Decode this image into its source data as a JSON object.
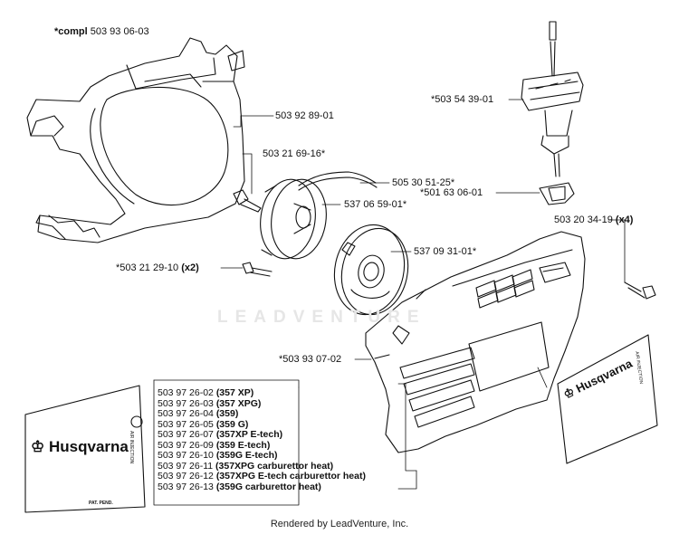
{
  "assembly": {
    "prefix": "*compl",
    "number": "503 93 06-03"
  },
  "callouts": {
    "cover_back": "503 92 89-01",
    "screw_top": "503 21 69-16*",
    "rope": "505 30 51-25*",
    "pulley": "537 06 59-01*",
    "spring_cassette": "537 09 31-01*",
    "screw_bottom": "*503 21 29-10",
    "screw_bottom_qty": "(x2)",
    "handle": "*503 54 39-01",
    "handle_insert": "*501 63 06-01",
    "screw_right": "503 20 34-19",
    "screw_right_qty": "(x4)",
    "starter_cover": "*503 93 07-02"
  },
  "variants": [
    {
      "number": "503 97 26-02",
      "model": "(357 XP)"
    },
    {
      "number": "503 97 26-03",
      "model": "(357 XPG)"
    },
    {
      "number": "503 97 26-04",
      "model": "(359)"
    },
    {
      "number": "503 97 26-05",
      "model": "(359 G)"
    },
    {
      "number": "503 97 26-07",
      "model": "(357XP E-tech)"
    },
    {
      "number": "503 97 26-09",
      "model": "(359 E-tech)"
    },
    {
      "number": "503 97 26-10",
      "model": "(359G E-tech)"
    },
    {
      "number": "503 97 26-11",
      "model": "(357XPG carburettor heat)"
    },
    {
      "number": "503 97 26-12",
      "model": "(357XPG E-tech carburettor heat)"
    },
    {
      "number": "503 97 26-13",
      "model": "(359G carburettor heat)"
    }
  ],
  "decal": {
    "brand": "Husqvarna",
    "sub": "AIR INJECTION",
    "small": "PAT. PEND."
  },
  "watermark": "LEADVENTURE",
  "footer": "Rendered by LeadVenture, Inc."
}
